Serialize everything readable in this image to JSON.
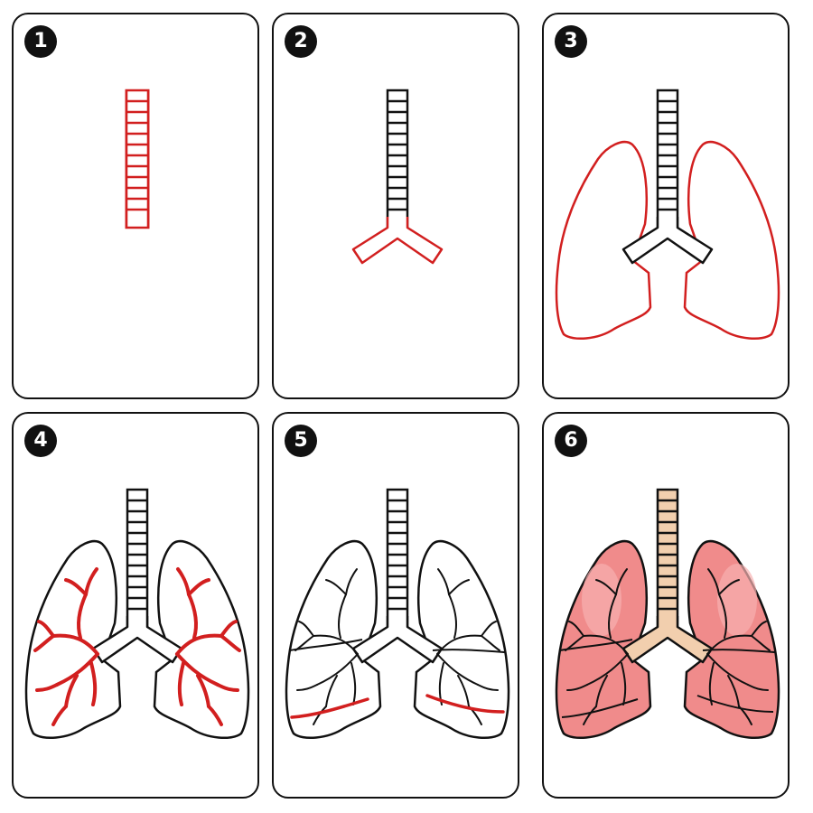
{
  "steps": [
    {
      "number": "1"
    },
    {
      "number": "2"
    },
    {
      "number": "3"
    },
    {
      "number": "4"
    },
    {
      "number": "5"
    },
    {
      "number": "6"
    }
  ],
  "colors": {
    "outline": "#111111",
    "highlight": "#d21f1f",
    "lung_fill": "#f08b8b",
    "lung_shade": "#e06a6a",
    "trachea_fill": "#f2cfae"
  }
}
